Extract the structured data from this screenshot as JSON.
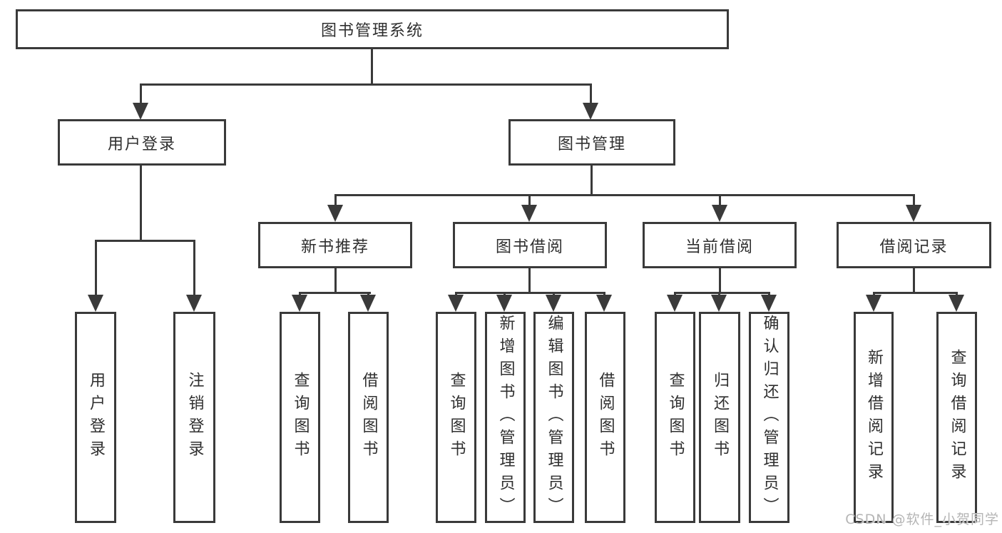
{
  "diagram": {
    "root": {
      "label": "图书管理系统"
    },
    "level2": [
      {
        "id": "user-login",
        "label": "用户登录"
      },
      {
        "id": "book-management",
        "label": "图书管理"
      }
    ],
    "level3": [
      {
        "id": "new-book-recommend",
        "label": "新书推荐",
        "parent": "图书管理"
      },
      {
        "id": "book-borrowing",
        "label": "图书借阅",
        "parent": "图书管理"
      },
      {
        "id": "current-borrowing",
        "label": "当前借阅",
        "parent": "图书管理"
      },
      {
        "id": "borrowing-records",
        "label": "借阅记录",
        "parent": "图书管理"
      }
    ],
    "leaves": [
      {
        "id": "user-login-leaf",
        "label": "用户登录",
        "parent": "用户登录"
      },
      {
        "id": "logout-leaf",
        "label": "注销登录",
        "parent": "用户登录"
      },
      {
        "id": "query-books-1",
        "label": "查询图书",
        "parent": "新书推荐"
      },
      {
        "id": "borrow-books-1",
        "label": "借阅图书",
        "parent": "新书推荐"
      },
      {
        "id": "query-books-2",
        "label": "查询图书",
        "parent": "图书借阅"
      },
      {
        "id": "add-books-admin",
        "label": "新增图书（管理员）",
        "parent": "图书借阅"
      },
      {
        "id": "edit-books-admin",
        "label": "编辑图书（管理员）",
        "parent": "图书借阅"
      },
      {
        "id": "borrow-books-2",
        "label": "借阅图书",
        "parent": "图书借阅"
      },
      {
        "id": "query-books-3",
        "label": "查询图书",
        "parent": "当前借阅"
      },
      {
        "id": "return-books",
        "label": "归还图书",
        "parent": "当前借阅"
      },
      {
        "id": "confirm-return-admin",
        "label": "确认归还（管理员）",
        "parent": "当前借阅"
      },
      {
        "id": "add-borrow-record",
        "label": "新增借阅记录",
        "parent": "借阅记录"
      },
      {
        "id": "query-borrow-record",
        "label": "查询借阅记录",
        "parent": "借阅记录"
      }
    ],
    "watermark": "CSDN @软件_小贺同学",
    "colors": {
      "line": "#3a3a3a",
      "text": "#2f2f2f",
      "watermark": "#b5b5b5",
      "background": "#ffffff"
    }
  }
}
